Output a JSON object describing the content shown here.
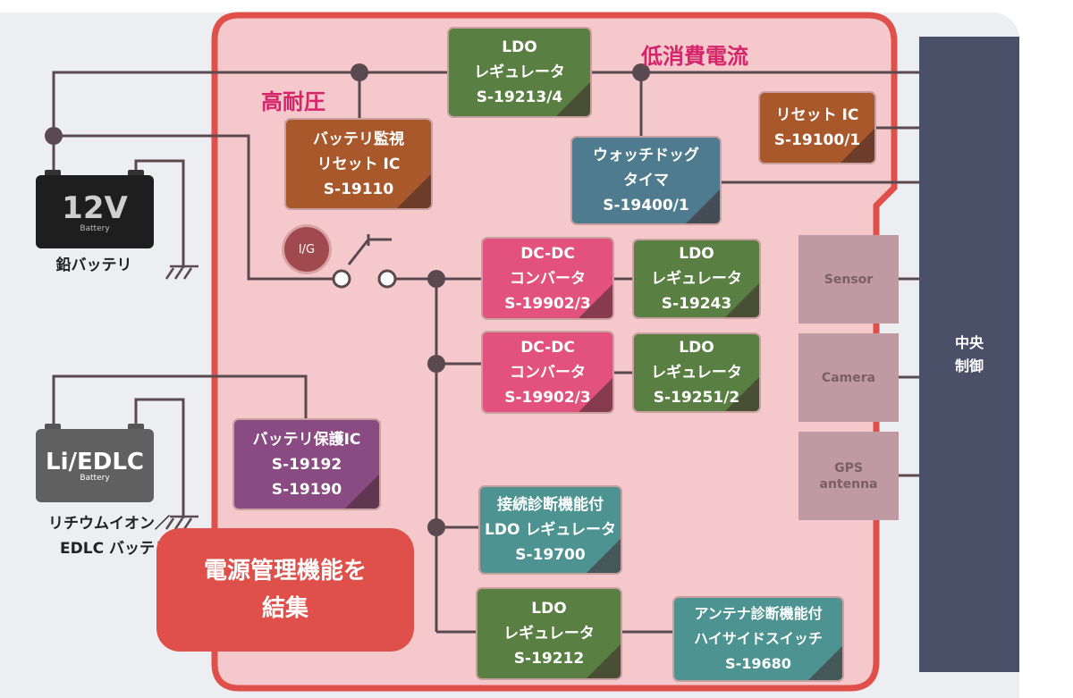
{
  "labels": {
    "high_voltage": "高耐圧",
    "low_current": "低消費電流",
    "lead_battery": "鉛バッテリ",
    "li_battery_line1": "リチウムイオン／",
    "li_battery_line2": "EDLC バッテリ",
    "integrate_line1": "電源管理機能を",
    "integrate_line2": "結集"
  },
  "batteries": {
    "lead": {
      "big": "12V",
      "small": "Battery"
    },
    "li": {
      "big": "Li/EDLC",
      "small": "Battery"
    }
  },
  "ignition": "I/G",
  "blocks": {
    "ldo_top": [
      "LDO",
      "レギュレータ",
      "S-19213/4"
    ],
    "battery_monitor": [
      "バッテリ監視",
      "リセット IC",
      "S-19110"
    ],
    "reset_ic": [
      "リセット IC",
      "S-19100/1"
    ],
    "watchdog": [
      "ウォッチドッグ",
      "タイマ",
      "S-19400/1"
    ],
    "dcdc_1": [
      "DC-DC",
      "コンバータ",
      "S-19902/3"
    ],
    "ldo_19243": [
      "LDO",
      "レギュレータ",
      "S-19243"
    ],
    "dcdc_2": [
      "DC-DC",
      "コンバータ",
      "S-19902/3"
    ],
    "ldo_19251": [
      "LDO",
      "レギュレータ",
      "S-19251/2"
    ],
    "battery_protect": [
      "バッテリ保護IC",
      "S-19192",
      "S-19190"
    ],
    "ldo_diag": [
      "接続診断機能付",
      "LDO レギュレータ",
      "S-19700"
    ],
    "ldo_19212": [
      "LDO",
      "レギュレータ",
      "S-19212"
    ],
    "antenna_switch": [
      "アンテナ診断機能付",
      "ハイサイドスイッチ",
      "S-19680"
    ]
  },
  "peripherals": {
    "sensor": [
      "Sensor"
    ],
    "camera": [
      "Camera"
    ],
    "gps": [
      "GPS",
      "antenna"
    ]
  },
  "central": [
    "中央",
    "制御"
  ],
  "colors": {
    "highlight_border": "#e0504a",
    "highlight_fill": "#f5c9cb",
    "accent_text": "#d6246a",
    "wire": "#5a4a50",
    "central": "#4a5068"
  }
}
